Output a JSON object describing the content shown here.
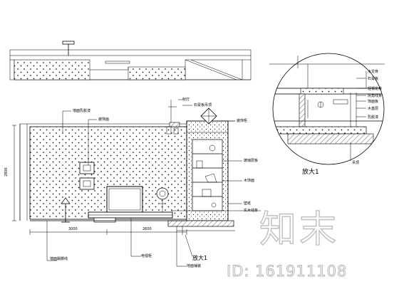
{
  "drawing": {
    "wall_labels": [
      "墙面乳胶漆",
      "装饰画",
      "壁纸",
      "射灯",
      "石膏板吊顶",
      "装饰柜",
      "玻璃层板",
      "木饰面",
      "电视柜",
      "墙面踢脚线",
      "地面铺装",
      "实木线条"
    ],
    "dimension_texts": [
      "3000",
      "2800",
      "2600"
    ],
    "detail_callout": "放大1",
    "detail_labels": [
      "木龙骨",
      "石膏板",
      "轻钢龙骨",
      "阴角线条",
      "饰面板",
      "木基层",
      "乳胶漆",
      "吊顶"
    ],
    "detail_title": "放大1"
  },
  "watermark": {
    "logo": "知末",
    "id_text": "ID: 161911108"
  }
}
